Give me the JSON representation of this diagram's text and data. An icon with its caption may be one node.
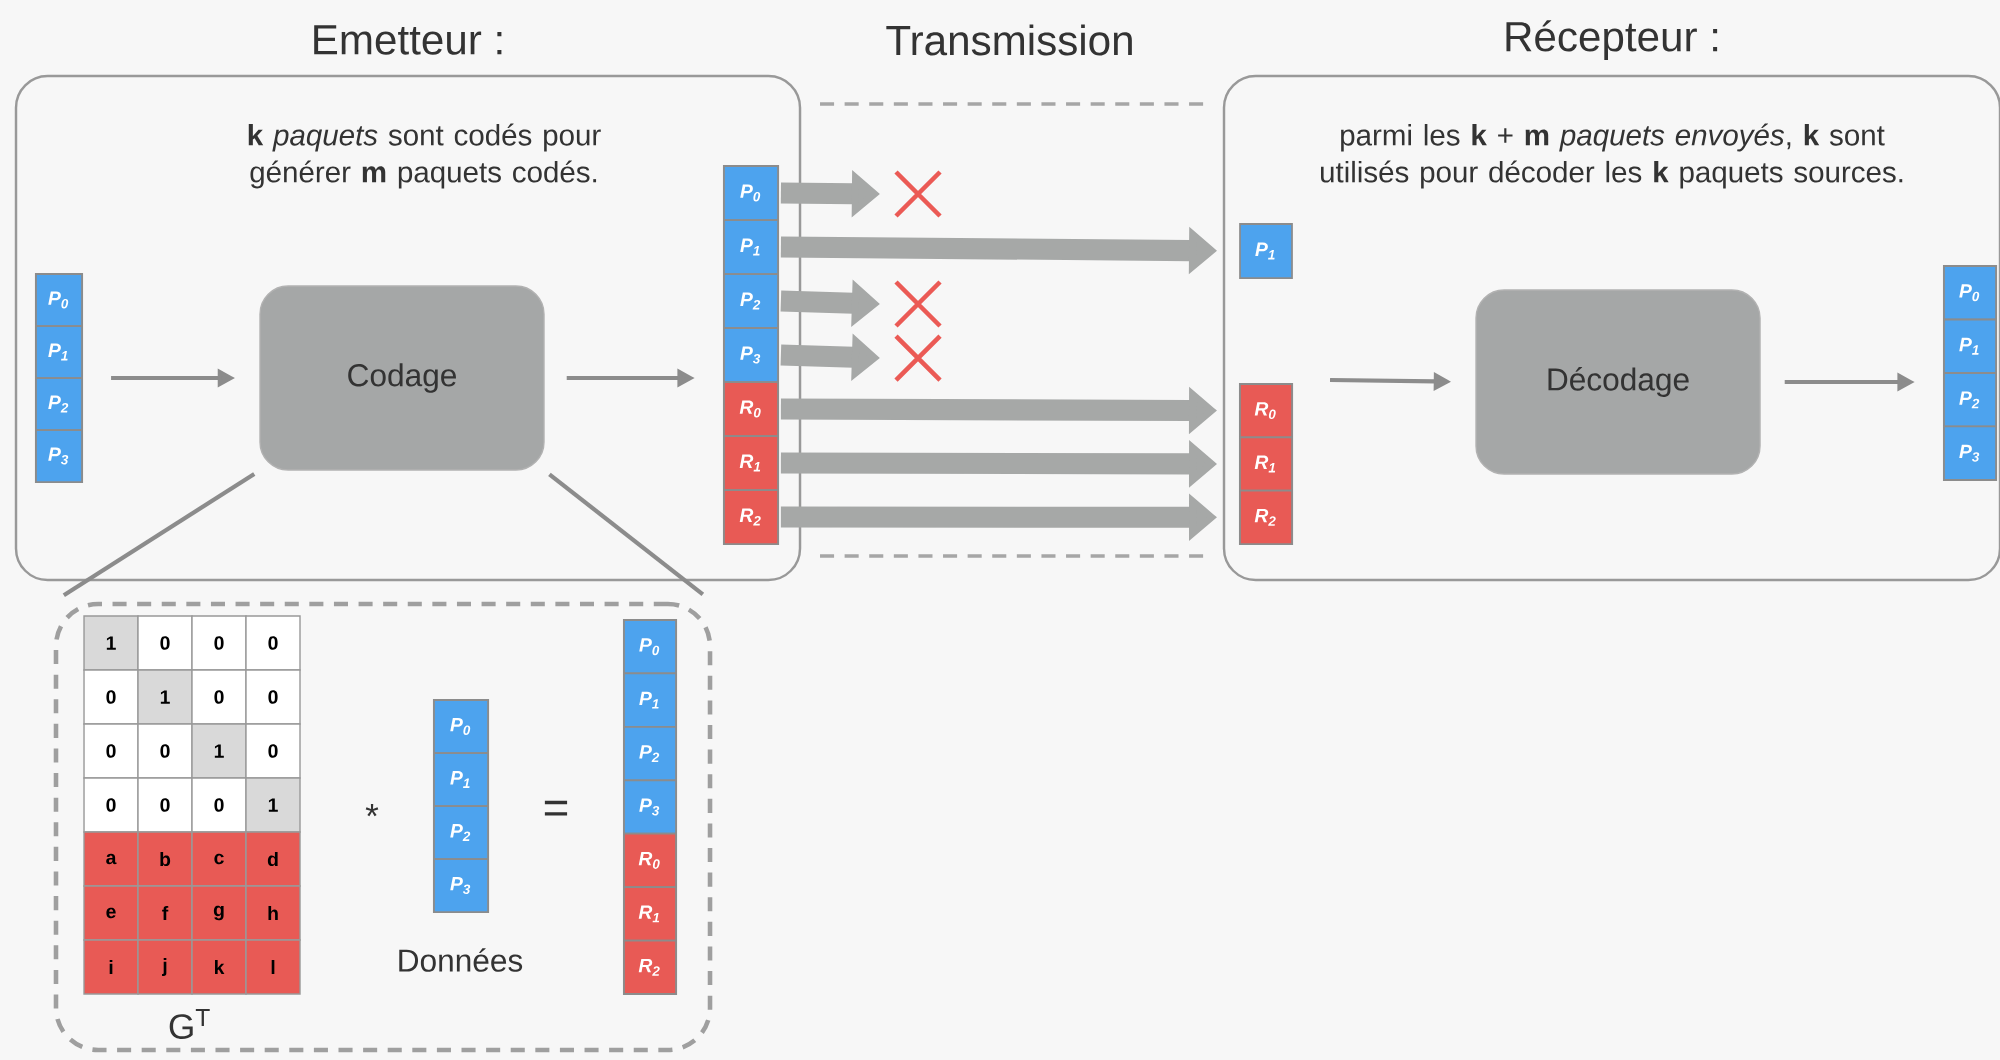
{
  "diagram": {
    "nodes": [
      {
        "text": [
          "Emetteur :",
          "**k** *paquets* sont codés pour générer **m** paquets codés."
        ]
      },
      {
        "text": [
          "Récepteur :",
          "parmi les **k** + **m** *paquets envoyés*, **k** sont utilisés pour décoder les **k** paquets sources."
        ]
      },
      {
        "text": [],
        "shape": "bar",
        "in": 0
      },
      {
        "text": [
          "P$_{0}$"
        ],
        "in": 2
      },
      {
        "text": [
          "P$_{1}$"
        ],
        "in": 2
      },
      {
        "text": [
          "P$_{2}$"
        ],
        "in": 2
      },
      {
        "text": [
          "P$_{3}$"
        ],
        "in": 2
      },
      {
        "text": [
          "Codage"
        ],
        "in": 0
      },
      {
        "text": [],
        "shape": "bar",
        "in": 0
      },
      {
        "text": [
          "P$_{0}$"
        ],
        "in": 8
      },
      {
        "text": [
          "P$_{1}$"
        ],
        "in": 8
      },
      {
        "text": [
          "P$_{2}$"
        ],
        "in": 8
      },
      {
        "text": [
          "P$_{3}$"
        ],
        "in": 8
      },
      {
        "text": [
          "R$_{0}$"
        ],
        "in": 8
      },
      {
        "text": [
          "R$_{1}$"
        ],
        "in": 8
      },
      {
        "text": [
          "R$_{2}$"
        ],
        "in": 8
      },
      {
        "text": [
          "P$_{1}$"
        ],
        "in": 1
      },
      {
        "text": [],
        "shape": "bar",
        "in": 1
      },
      {
        "text": [
          "R$_{0}$"
        ],
        "in": 17
      },
      {
        "text": [
          "R$_{1}$"
        ],
        "in": 17
      },
      {
        "text": [
          "R$_{2}$"
        ],
        "in": 17
      },
      {
        "text": [
          "Décodage"
        ],
        "in": 1
      },
      {
        "text": [],
        "shape": "bar",
        "in": 1
      },
      {
        "text": [
          "P$_{0}$"
        ],
        "in": 22
      },
      {
        "text": [
          "P$_{1}$"
        ],
        "in": 22
      },
      {
        "text": [
          "P$_{2}$"
        ],
        "in": 22
      },
      {
        "text": [
          "P$_{3}$"
        ],
        "in": 22
      },
      {
        "text": [],
        "shape": "box"
      },
      {
        "text": [],
        "shape": "bar",
        "in": 27
      },
      {
        "text": [
          "P$_{0}$"
        ],
        "in": 28
      },
      {
        "text": [
          "P$_{1}$"
        ],
        "in": 28
      },
      {
        "text": [
          "P$_{2}$"
        ],
        "in": 28
      },
      {
        "text": [
          "P$_{3}$"
        ],
        "in": 28
      },
      {
        "text": [],
        "shape": "bar",
        "in": 27
      },
      {
        "text": [
          "P$_{0}$"
        ],
        "in": 33
      },
      {
        "text": [
          "P$_{1}$"
        ],
        "in": 33
      },
      {
        "text": [
          "P$_{2}$"
        ],
        "in": 33
      },
      {
        "text": [
          "P$_{3}$"
        ],
        "in": 33
      },
      {
        "text": [
          "R$_{0}$"
        ],
        "in": 33
      },
      {
        "text": [
          "R$_{1}$"
        ],
        "in": 33
      },
      {
        "text": [
          "R$_{2}$"
        ],
        "in": 33
      }
    ],
    "edges": [
      {
        "from": 2,
        "to": 7,
        "arrow": "to"
      },
      {
        "from": 7,
        "to": 8,
        "arrow": "to"
      },
      {
        "from": 9,
        "to": null,
        "arrow": "to",
        "color": "#a6a8a7"
      },
      {
        "from": 10,
        "to": 16,
        "arrow": "to",
        "color": "#a6a8a7"
      },
      {
        "from": 11,
        "to": null,
        "arrow": "to",
        "color": "#a6a8a7"
      },
      {
        "from": 12,
        "to": null,
        "arrow": "to",
        "color": "#a6a8a7"
      },
      {
        "from": 13,
        "to": 18,
        "arrow": "to",
        "color": "#a6a8a7"
      },
      {
        "from": 14,
        "to": 19,
        "arrow": "to",
        "color": "#a6a8a7"
      },
      {
        "from": 15,
        "to": 20,
        "arrow": "to",
        "color": "#a6a8a7"
      },
      {
        "from": null,
        "to": 21,
        "arrow": "to"
      },
      {
        "from": 21,
        "to": 22,
        "arrow": "to"
      },
      {
        "from": 7,
        "to": 27,
        "arrow": "none"
      },
      {
        "from": 7,
        "to": 27,
        "arrow": "none"
      }
    ],
    "labels": [
      "Transmission",
      "1",
      "0",
      "0",
      "0",
      "0",
      "1",
      "0",
      "0",
      "0",
      "0",
      "1",
      "0",
      "0",
      "0",
      "0",
      "1",
      "a",
      "b",
      "c",
      "d",
      "e",
      "f",
      "g",
      "h",
      "i",
      "j",
      "k",
      "l",
      "*",
      "=",
      "G$^{T}$",
      "Données"
    ]
  }
}
